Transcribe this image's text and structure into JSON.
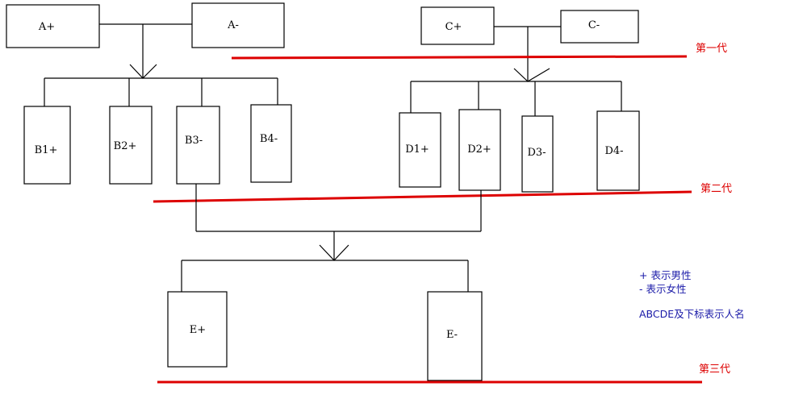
{
  "colors": {
    "generation_line": "#dd0000",
    "legend_text": "#1a1aa8",
    "box_stroke": "#000000"
  },
  "generations": [
    {
      "id": "gen1",
      "label": "第一代"
    },
    {
      "id": "gen2",
      "label": "第二代"
    },
    {
      "id": "gen3",
      "label": "第三代"
    }
  ],
  "people": {
    "A_plus": "A+",
    "A_minus": "A-",
    "C_plus": "C+",
    "C_minus": "C-",
    "B1": "B1+",
    "B2": "B2+",
    "B3": "B3-",
    "B4": "B4-",
    "D1": "D1+",
    "D2": "D2+",
    "D3": "D3-",
    "D4": "D4-",
    "E_plus": "E+",
    "E_minus": "E-"
  },
  "legend": {
    "male": "+ 表示男性",
    "female": "- 表示女性",
    "names": "ABCDE及下标表示人名"
  }
}
